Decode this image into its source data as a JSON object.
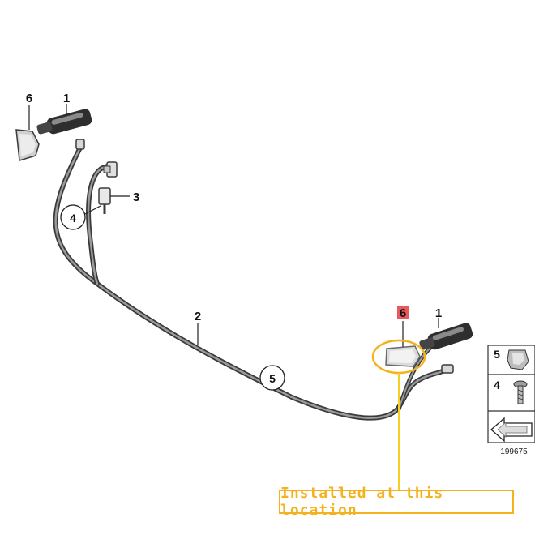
{
  "callouts": {
    "label_6_top_left": "6",
    "label_1_top_left": "1",
    "label_3": "3",
    "label_4_circle": "4",
    "label_2": "2",
    "label_5_circle": "5",
    "label_6_right": "6",
    "label_1_right": "1"
  },
  "legend": {
    "item_5": "5",
    "item_4": "4"
  },
  "diagram_number": "199675",
  "annotation": {
    "text": "Installed at this location",
    "color": "#f5b21f"
  },
  "colors": {
    "highlight": "#f5b21f",
    "part_6_highlight_bg": "#d9232d"
  }
}
